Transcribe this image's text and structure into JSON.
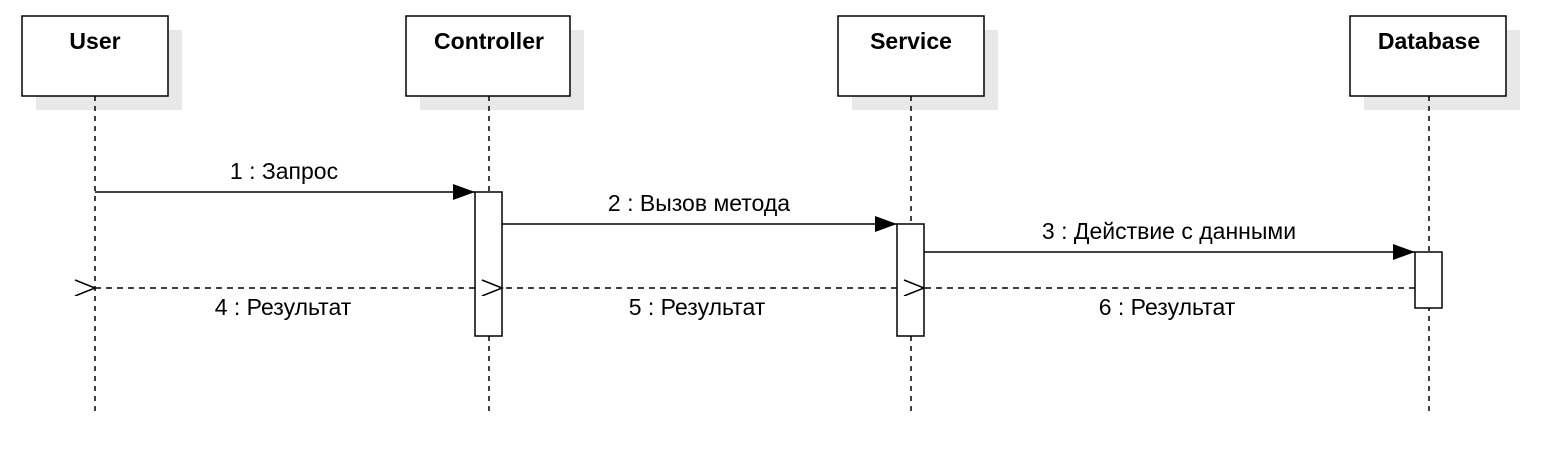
{
  "diagram": {
    "type": "sequence",
    "participants": [
      {
        "id": "user",
        "label": "User"
      },
      {
        "id": "controller",
        "label": "Controller"
      },
      {
        "id": "service",
        "label": "Service"
      },
      {
        "id": "database",
        "label": "Database"
      }
    ],
    "messages": [
      {
        "label": "1 : Запрос",
        "from": "user",
        "to": "controller",
        "kind": "sync"
      },
      {
        "label": "2 : Вызов метода",
        "from": "controller",
        "to": "service",
        "kind": "sync"
      },
      {
        "label": "3 : Действие с данными",
        "from": "service",
        "to": "database",
        "kind": "sync"
      },
      {
        "label": "4 : Результат",
        "from": "controller",
        "to": "user",
        "kind": "return"
      },
      {
        "label": "5 : Результат",
        "from": "service",
        "to": "controller",
        "kind": "return"
      },
      {
        "label": "6 : Результат",
        "from": "database",
        "to": "service",
        "kind": "return"
      }
    ]
  }
}
